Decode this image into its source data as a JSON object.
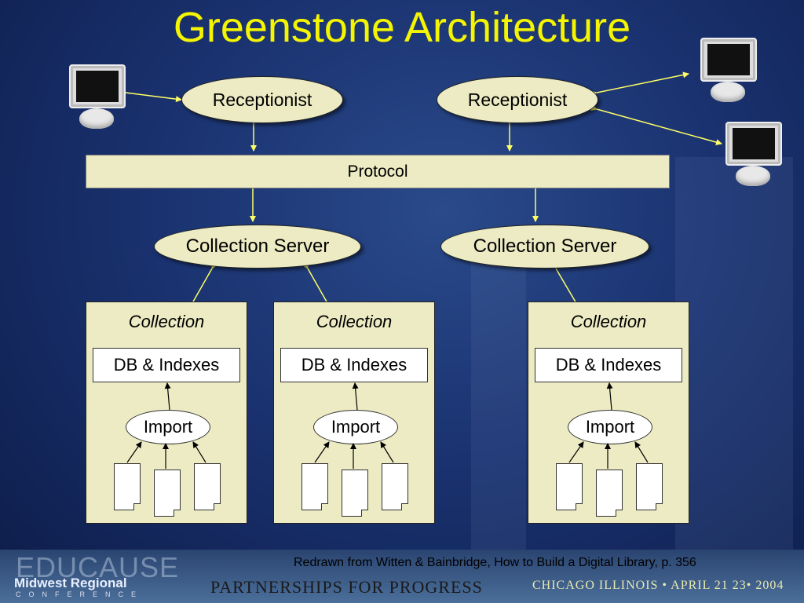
{
  "title": "Greenstone Architecture",
  "receptionists": [
    "Receptionist",
    "Receptionist"
  ],
  "protocol": "Protocol",
  "collection_servers": [
    "Collection Server",
    "Collection Server"
  ],
  "collections": [
    {
      "title": "Collection",
      "db": "DB & Indexes",
      "import": "Import"
    },
    {
      "title": "Collection",
      "db": "DB & Indexes",
      "import": "Import"
    },
    {
      "title": "Collection",
      "db": "DB & Indexes",
      "import": "Import"
    }
  ],
  "credit": "Redrawn from Witten & Bainbridge, How to Build a Digital Library, p. 356",
  "footer": {
    "logo_text": "EDUCAUSE",
    "org": "Midwest Regional",
    "conference": "CONFERENCE",
    "tagline": "PARTNERSHIPS FOR PROGRESS",
    "location_date": "CHICAGO ILLINOIS • APRIL 21 23• 2004"
  },
  "icons": {
    "client": "computer-monitor-icon"
  },
  "colors": {
    "title": "#f5f500",
    "box_fill": "#ecebc3",
    "arrow": "#ffff66"
  }
}
